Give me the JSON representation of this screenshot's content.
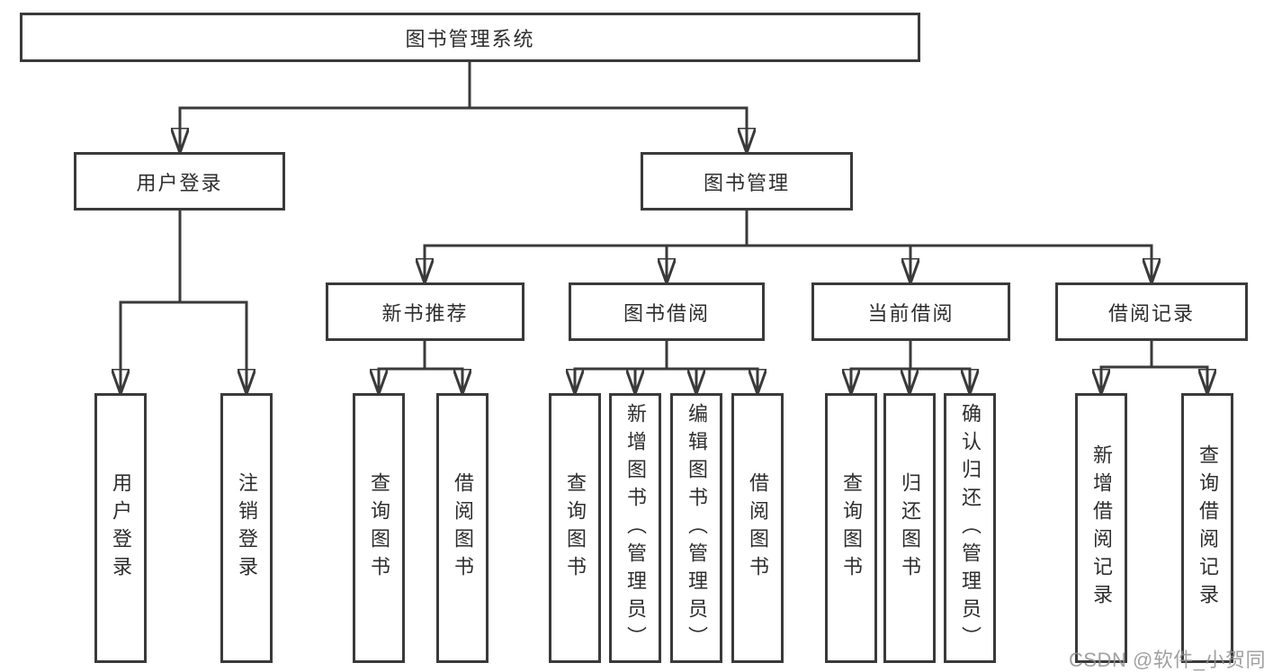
{
  "tree": {
    "root": "图书管理系统",
    "children": [
      {
        "label": "用户登录",
        "children": [
          {
            "label": "用户登录"
          },
          {
            "label": "注销登录"
          }
        ]
      },
      {
        "label": "图书管理",
        "children": [
          {
            "label": "新书推荐",
            "children": [
              {
                "label": "查询图书"
              },
              {
                "label": "借阅图书"
              }
            ]
          },
          {
            "label": "图书借阅",
            "children": [
              {
                "label": "查询图书"
              },
              {
                "label": "新增图书（管理员）"
              },
              {
                "label": "编辑图书（管理员）"
              },
              {
                "label": "借阅图书"
              }
            ]
          },
          {
            "label": "当前借阅",
            "children": [
              {
                "label": "查询图书"
              },
              {
                "label": "归还图书"
              },
              {
                "label": "确认归还（管理员）"
              }
            ]
          },
          {
            "label": "借阅记录",
            "children": [
              {
                "label": "新增借阅记录"
              },
              {
                "label": "查询借阅记录"
              }
            ]
          }
        ]
      }
    ]
  },
  "watermark": "CSDN @软件_小贺同学",
  "colors": {
    "line": "#3a3a3a",
    "box_border": "#3a3a3a",
    "text": "#2e2e2e",
    "watermark": "#919191",
    "background": "#ffffff"
  }
}
